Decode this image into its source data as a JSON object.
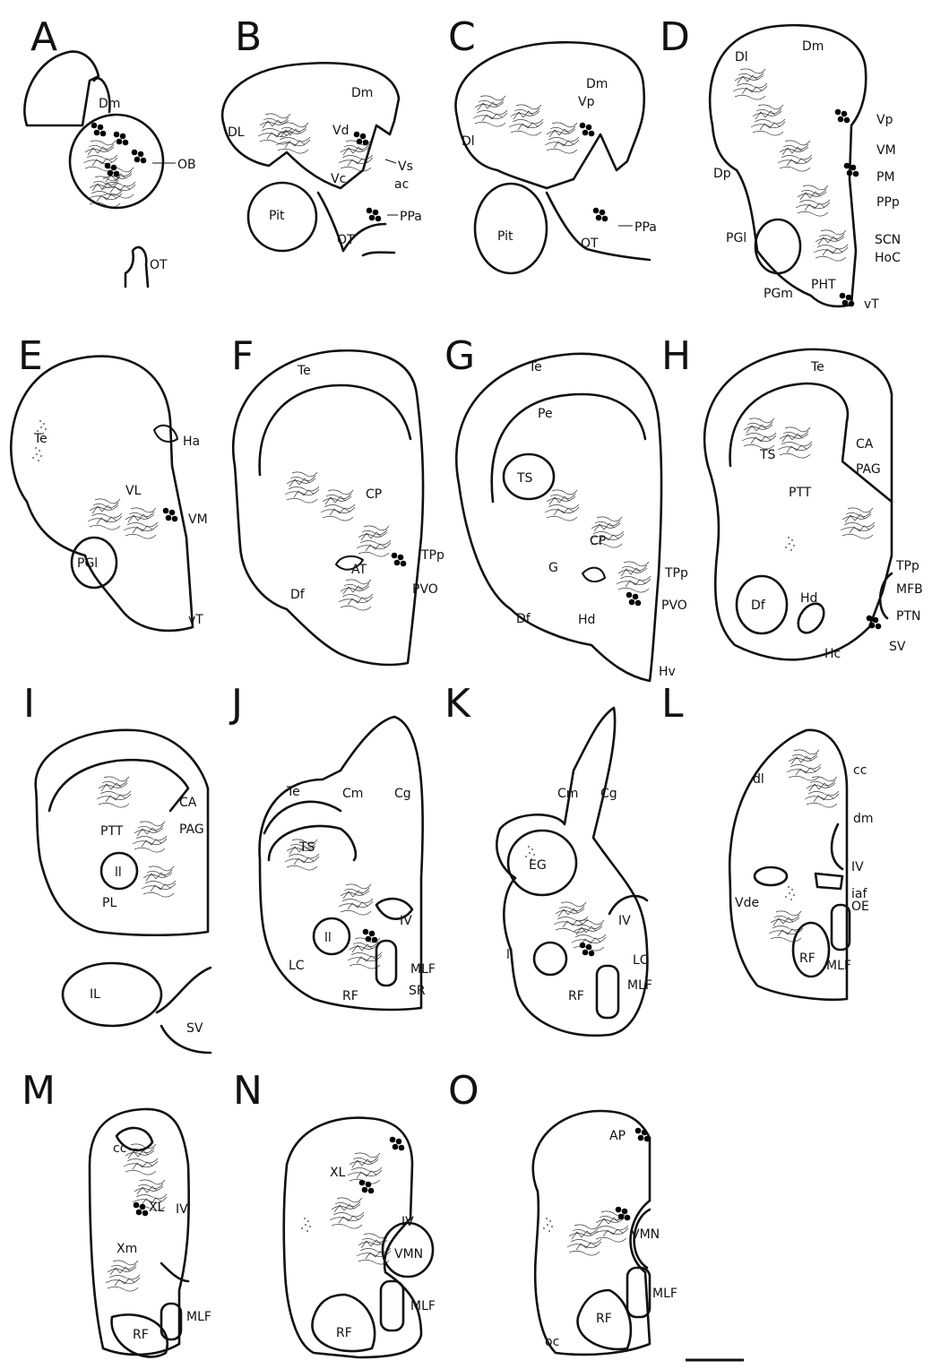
{
  "panels": [
    {
      "letter": "A",
      "labels": [
        "Dm",
        "OB",
        "OT"
      ]
    },
    {
      "letter": "B",
      "labels": [
        "Dm",
        "DL",
        "Vd",
        "Vs",
        "Vc",
        "ac",
        "Pit",
        "PPa",
        "OT"
      ]
    },
    {
      "letter": "C",
      "labels": [
        "Dm",
        "Dl",
        "Vp",
        "Pit",
        "OT",
        "PPa"
      ]
    },
    {
      "letter": "D",
      "labels": [
        "Dl",
        "Dm",
        "Vp",
        "VM",
        "PM",
        "PPp",
        "Dp",
        "PGl",
        "SCN",
        "HoC",
        "PHT",
        "PGm",
        "vT"
      ]
    },
    {
      "letter": "E",
      "labels": [
        "Te",
        "Ha",
        "VL",
        "VM",
        "PGl",
        "vT"
      ]
    },
    {
      "letter": "F",
      "labels": [
        "Te",
        "CP",
        "TPp",
        "AT",
        "PVO",
        "Df"
      ]
    },
    {
      "letter": "G",
      "labels": [
        "Te",
        "Pe",
        "TS",
        "CP",
        "TPp",
        "G",
        "PVO",
        "Df",
        "Hd",
        "Hv"
      ]
    },
    {
      "letter": "H",
      "labels": [
        "Te",
        "CA",
        "TS",
        "PAG",
        "PTT",
        "TPp",
        "MFB",
        "Df",
        "Hd",
        "PTN",
        "Hc",
        "SV"
      ]
    },
    {
      "letter": "I",
      "labels": [
        "CA",
        "PAG",
        "PTT",
        "ll",
        "PL",
        "IL",
        "SV"
      ]
    },
    {
      "letter": "J",
      "labels": [
        "Cm",
        "Cg",
        "Te",
        "TS",
        "ll",
        "IV",
        "LC",
        "MLF",
        "SR",
        "RF"
      ]
    },
    {
      "letter": "K",
      "labels": [
        "Cm",
        "Cg",
        "EG",
        "IV",
        "ll",
        "LC",
        "RF",
        "MLF"
      ]
    },
    {
      "letter": "L",
      "labels": [
        "cc",
        "dl",
        "dm",
        "IV",
        "Vde",
        "iaf",
        "OE",
        "RF",
        "MLF"
      ]
    },
    {
      "letter": "M",
      "labels": [
        "cc",
        "XL",
        "IV",
        "Xm",
        "MLF",
        "RF"
      ]
    },
    {
      "letter": "N",
      "labels": [
        "XL",
        "IV",
        "VMN",
        "RF",
        "MLF"
      ]
    },
    {
      "letter": "O",
      "labels": [
        "AP",
        "VMN",
        "RF",
        "MLF",
        "oc"
      ]
    }
  ],
  "scale_bar": ""
}
